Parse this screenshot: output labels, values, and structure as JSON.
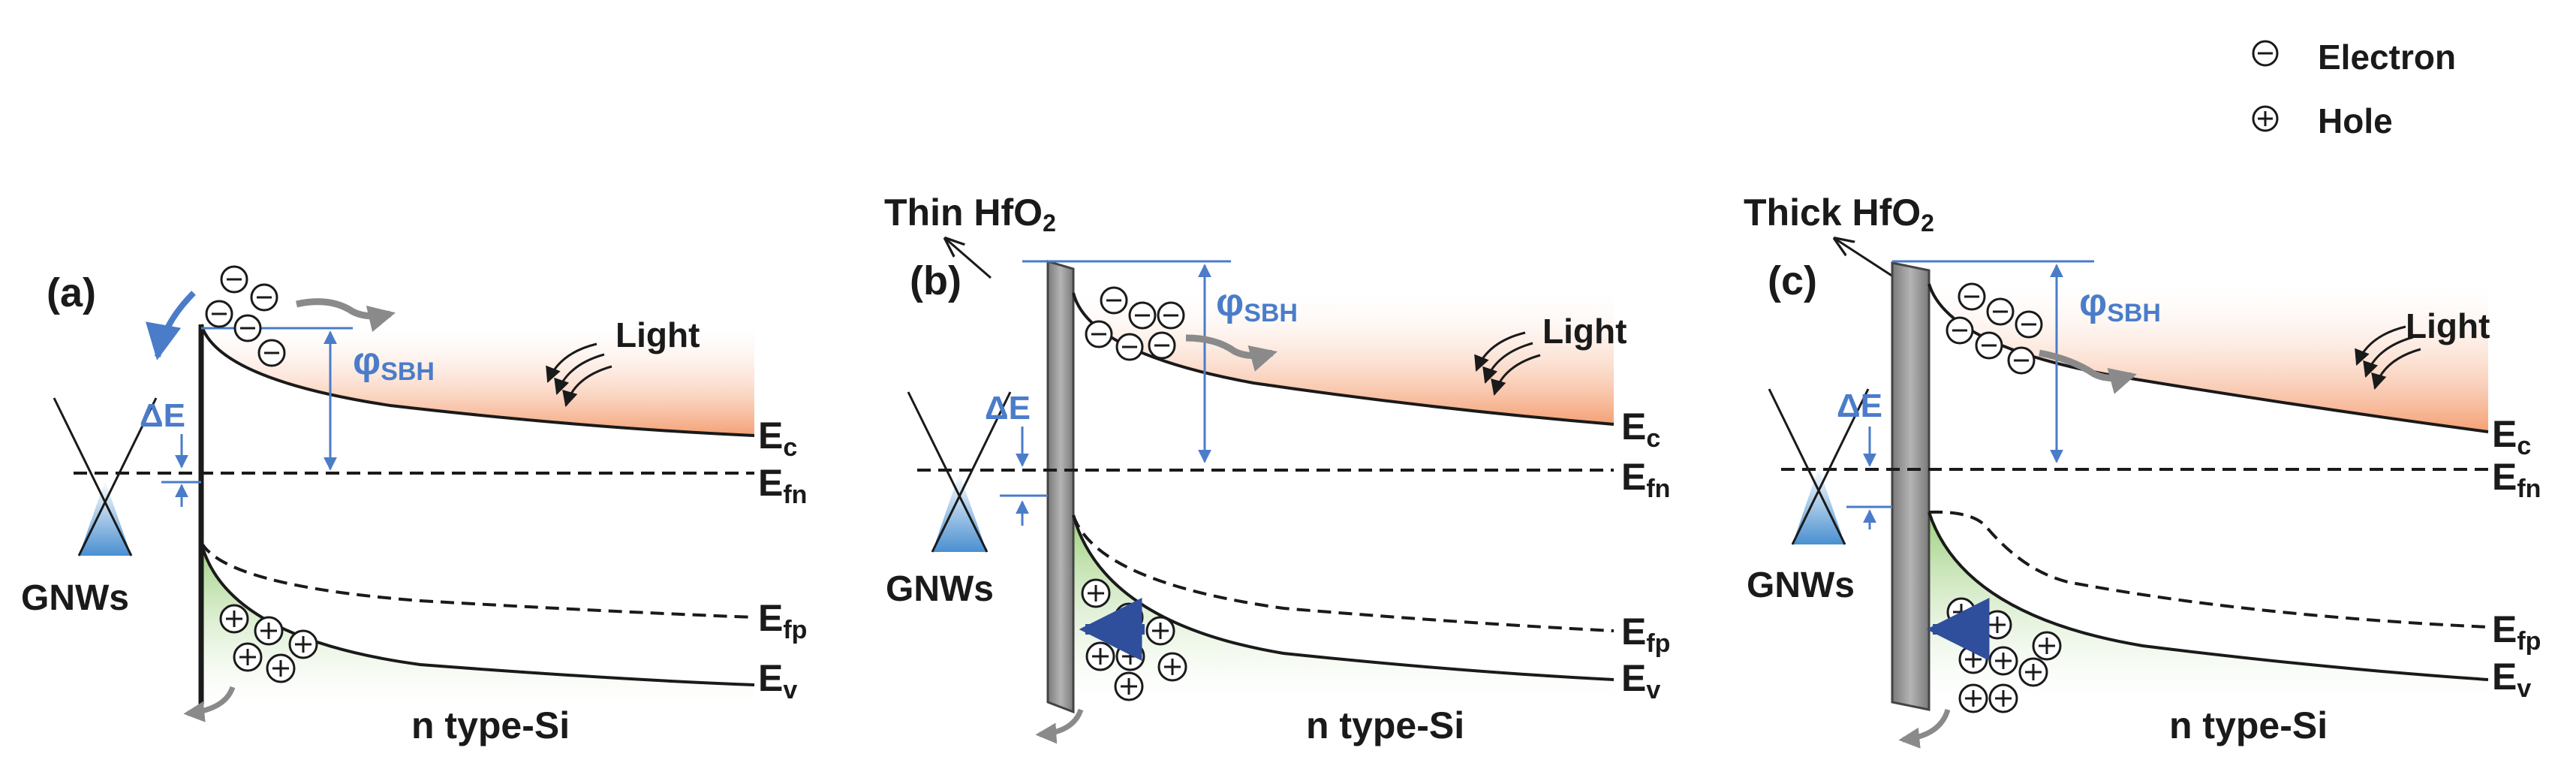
{
  "legend": {
    "electron_label": "Electron",
    "hole_label": "Hole",
    "electron_icon": "circled-minus-icon",
    "hole_icon": "circled-plus-icon"
  },
  "panels": [
    {
      "tag": "(a)",
      "oxide_label": "",
      "phi_label": "φSBH",
      "delta_label": "ΔE",
      "light_label": "Light",
      "gnw_label": "GNWs",
      "substrate_label": "n type-Si",
      "levels": [
        "Ec",
        "Efn",
        "Efp",
        "Ev"
      ]
    },
    {
      "tag": "(b)",
      "oxide_label": "Thin HfO2",
      "phi_label": "φSBH",
      "delta_label": "ΔE",
      "light_label": "Light",
      "gnw_label": "GNWs",
      "substrate_label": "n type-Si",
      "levels": [
        "Ec",
        "Efn",
        "Efp",
        "Ev"
      ]
    },
    {
      "tag": "(c)",
      "oxide_label": "Thick HfO2",
      "phi_label": "φSBH",
      "delta_label": "ΔE",
      "light_label": "Light",
      "gnw_label": "GNWs",
      "substrate_label": "n type-Si",
      "levels": [
        "Ec",
        "Efn",
        "Efp",
        "Ev"
      ]
    }
  ],
  "colors": {
    "conduction_fill": "#f4a074",
    "valence_fill": "#9ccf7c",
    "accent_blue": "#4a7cc9",
    "arrow_navy": "#2f4f9c",
    "oxide_gray": "#999999",
    "arrow_gray": "#8a8a8a"
  }
}
